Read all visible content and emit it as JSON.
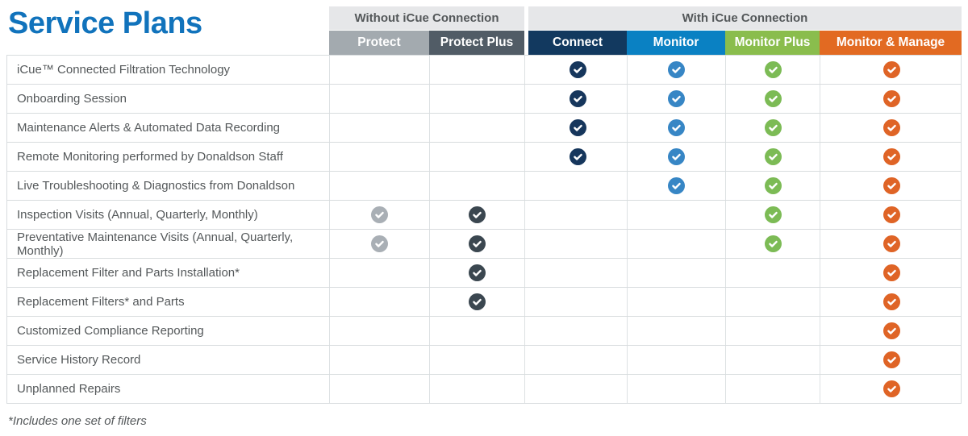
{
  "chart_data": {
    "type": "table",
    "title": "Service Plans",
    "footnote": "*Includes one set of filters",
    "groups": [
      {
        "label": "Without iCue Connection",
        "span": 2
      },
      {
        "label": "With iCue Connection",
        "span": 4
      }
    ],
    "columns": [
      {
        "label": "Protect",
        "header_color": "#A3AAAF",
        "check_color": "#A9AFB5"
      },
      {
        "label": "Protect Plus",
        "header_color": "#515C66",
        "check_color": "#3B4750"
      },
      {
        "label": "Connect",
        "header_color": "#12395F",
        "check_color": "#16365C"
      },
      {
        "label": "Monitor",
        "header_color": "#0A81C3",
        "check_color": "#3786C5"
      },
      {
        "label": "Monitor Plus",
        "header_color": "#8ABD4D",
        "check_color": "#7CBB55"
      },
      {
        "label": "Monitor & Manage",
        "header_color": "#E26A22",
        "check_color": "#DF6426"
      }
    ],
    "rows": [
      {
        "label": "iCue™ Connected Filtration Technology",
        "checks": [
          0,
          0,
          1,
          1,
          1,
          1
        ]
      },
      {
        "label": "Onboarding Session",
        "checks": [
          0,
          0,
          1,
          1,
          1,
          1
        ]
      },
      {
        "label": "Maintenance Alerts & Automated Data Recording",
        "checks": [
          0,
          0,
          1,
          1,
          1,
          1
        ]
      },
      {
        "label": "Remote Monitoring performed by Donaldson Staff",
        "checks": [
          0,
          0,
          1,
          1,
          1,
          1
        ]
      },
      {
        "label": "Live Troubleshooting & Diagnostics from Donaldson",
        "checks": [
          0,
          0,
          0,
          1,
          1,
          1
        ]
      },
      {
        "label": "Inspection Visits (Annual, Quarterly, Monthly)",
        "checks": [
          1,
          1,
          0,
          0,
          1,
          1
        ]
      },
      {
        "label": "Preventative Maintenance Visits (Annual, Quarterly, Monthly)",
        "checks": [
          1,
          1,
          0,
          0,
          1,
          1
        ]
      },
      {
        "label": "Replacement Filter and Parts Installation*",
        "checks": [
          0,
          1,
          0,
          0,
          0,
          1
        ]
      },
      {
        "label": "Replacement Filters* and Parts",
        "checks": [
          0,
          1,
          0,
          0,
          0,
          1
        ]
      },
      {
        "label": "Customized Compliance Reporting",
        "checks": [
          0,
          0,
          0,
          0,
          0,
          1
        ]
      },
      {
        "label": "Service History Record",
        "checks": [
          0,
          0,
          0,
          0,
          0,
          1
        ]
      },
      {
        "label": "Unplanned Repairs",
        "checks": [
          0,
          0,
          0,
          0,
          0,
          1
        ]
      }
    ],
    "colors": {
      "title": "#1173BC",
      "group_header_bg": "#E6E7E9",
      "group_header_text": "#54585A",
      "row_label_text": "#54585A",
      "grid_line": "#D8DCDE"
    }
  }
}
